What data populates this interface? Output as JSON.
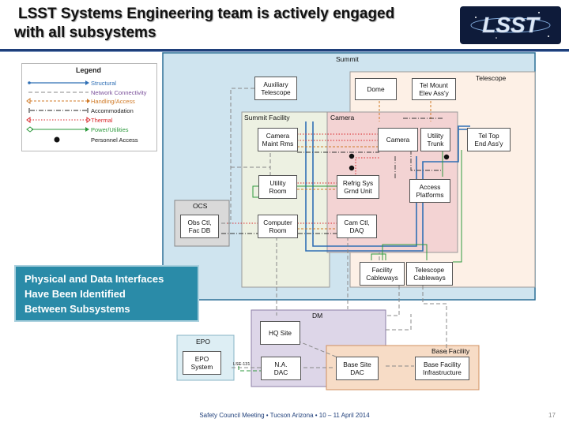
{
  "slide": {
    "title_line1": "LSST Systems Engineering team is actively engaged",
    "title_line2": "with all subsystems",
    "logo_text": "LSST",
    "callout": "Physical and Data Interfaces\nHave Been Identified\nBetween Subsystems",
    "footer": "Safety Council Meeting • Tucson Arizona  • 10 – 11 April 2014",
    "page_number": "17"
  },
  "legend": {
    "title": "Legend",
    "items": [
      {
        "label": "Structural",
        "color": "#2f6fb5",
        "icon": "dot-line-arrow"
      },
      {
        "label": "Network Connectivity",
        "color": "#7a4f9a",
        "icon": "dashed-line"
      },
      {
        "label": "Handling/Access",
        "color": "#d07a27",
        "icon": "dash-arrow"
      },
      {
        "label": "Accommodation",
        "color": "#222222",
        "icon": "dash-dot-arrow"
      },
      {
        "label": "Thermal",
        "color": "#d9262a",
        "icon": "dotted-arrow"
      },
      {
        "label": "Power/Utilities",
        "color": "#2e9a3e",
        "icon": "diamond-arrow"
      },
      {
        "label": "Personnel Access",
        "color": "#111111",
        "icon": "black-dot"
      }
    ]
  },
  "regions": {
    "summit": "Summit",
    "telescope": "Telescope",
    "summit_facility": "Summit Facility",
    "camera": "Camera",
    "ocs": "OCS",
    "dm": "DM",
    "epo": "EPO",
    "base_facility": "Base Facility"
  },
  "nodes": {
    "aux_telescope": "Auxiliary\nTelescope",
    "dome": "Dome",
    "tel_mount": "Tel Mount\nElev Ass'y",
    "camera_maint": "Camera\nMaint Rms",
    "camera": "Camera",
    "utility_trunk": "Utility\nTrunk",
    "tel_top": "Tel Top\nEnd Ass'y",
    "utility_room": "Utility\nRoom",
    "refrig": "Refrig Sys\nGrnd Unit",
    "access_platforms": "Access\nPlatforms",
    "obs_ctl": "Obs Ctl,\nFac DB",
    "computer_room": "Computer\nRoom",
    "cam_ctl": "Cam Ctl,\nDAQ",
    "facility_cableways": "Facility\nCableways",
    "telescope_cableways": "Telescope\nCableways",
    "hq_site": "HQ Site",
    "na_dac": "N.A.\nDAC",
    "base_site_dac": "Base Site\nDAC",
    "base_facility_infra": "Base Facility\nInfrastructure",
    "epo_system": "EPO\nSystem"
  },
  "annotations": {
    "lse": "LSE-131"
  },
  "colors": {
    "title_rule": "#1f3f7a",
    "summit_fill": "#cfe4ef",
    "summit_border": "#2b6f95",
    "telescope_fill": "#fdf0e6",
    "summit_facility_fill": "#edf1e2",
    "camera_fill": "#f3d3d3",
    "ocs_fill": "#d9d9d9",
    "dm_fill": "#ddd6e8",
    "epo_fill": "#ddeef4",
    "base_facility_fill": "#f7dcc6",
    "callout_fill": "#2a8ba8"
  }
}
